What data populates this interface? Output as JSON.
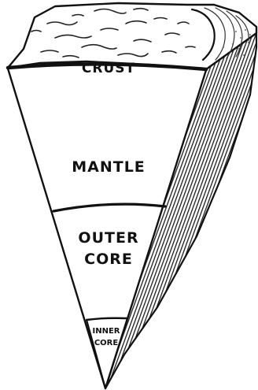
{
  "diagram": {
    "labels": {
      "crust": "CRUST",
      "mantle": "MANTLE",
      "outer_core_line1": "OUTER",
      "outer_core_line2": "CORE",
      "inner_core_line1": "INNER",
      "inner_core_line2": "CORE"
    },
    "colors": {
      "ink": "#111111",
      "paper": "#ffffff",
      "side_hatch": "#1a1a1a"
    }
  }
}
